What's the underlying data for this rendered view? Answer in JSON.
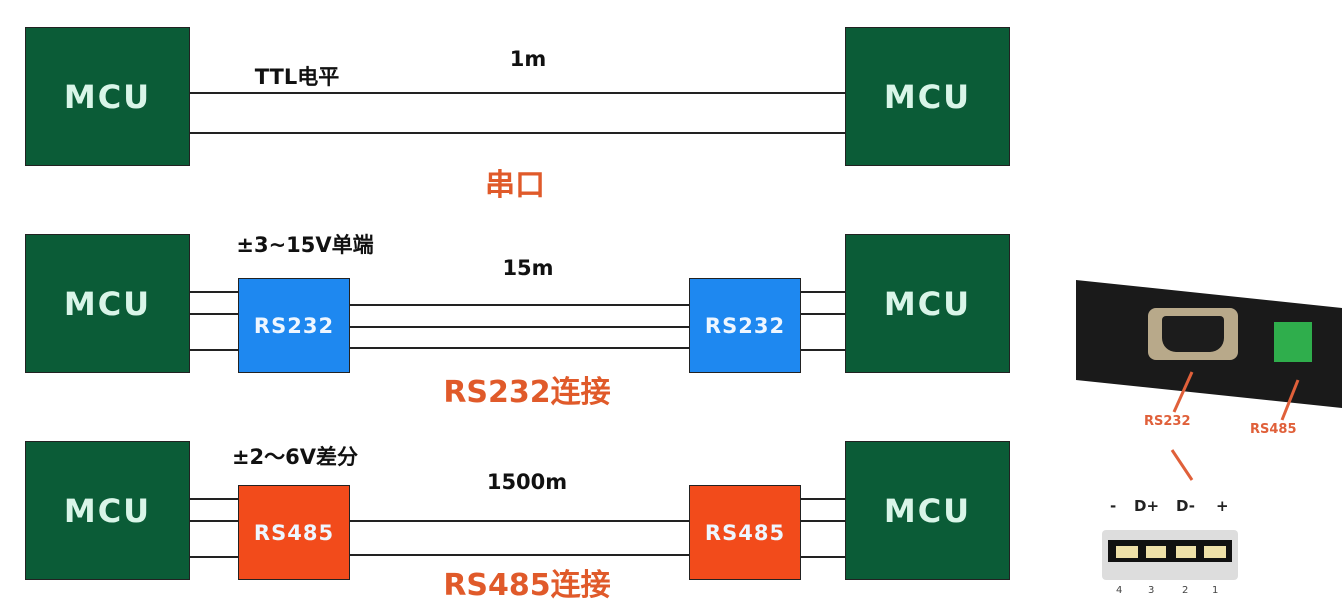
{
  "rows": [
    {
      "left_mcu": "MCU",
      "right_mcu": "MCU",
      "signal_label": "TTL电平",
      "distance": "1m",
      "title": "串口"
    },
    {
      "left_mcu": "MCU",
      "right_mcu": "MCU",
      "chip": "RS232",
      "signal_label": "±3~15V单端",
      "distance": "15m",
      "title": "RS232连接"
    },
    {
      "left_mcu": "MCU",
      "right_mcu": "MCU",
      "chip": "RS485",
      "signal_label": "±2～6V差分",
      "distance": "1500m",
      "title": "RS485连接"
    }
  ],
  "photo": {
    "rs232_label": "RS232",
    "rs485_label": "RS485",
    "usb_pins": [
      "-",
      "D+",
      "D-",
      "+"
    ],
    "usb_numbers": [
      "4",
      "3",
      "2",
      "1"
    ]
  },
  "colors": {
    "mcu": "#0b5c37",
    "rs232": "#1e88f0",
    "rs485": "#f24b1b",
    "title": "#e05a2a"
  }
}
